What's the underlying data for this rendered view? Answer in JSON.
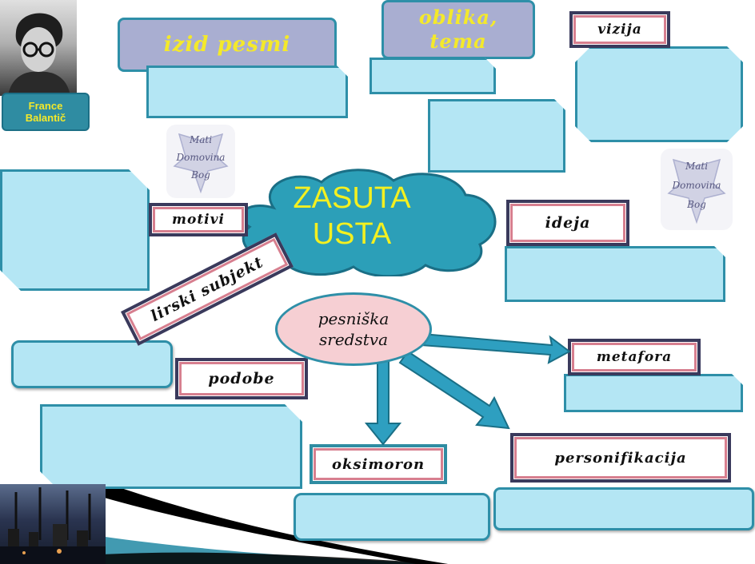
{
  "portrait": {
    "caption": "France\nBalantič"
  },
  "center": {
    "line1": "ZASUTA",
    "line2": "USTA"
  },
  "headers": {
    "izid": "izid pesmi",
    "oblika": "oblika,\ntema"
  },
  "labels": {
    "vizija": "vizija",
    "motivi": "motivi",
    "ideja": "ideja",
    "lirski": "lirski subjekt",
    "podobe": "podobe",
    "metafora": "metafora",
    "oksimoron": "oksimoron",
    "personifikacija": "personifikacija"
  },
  "sredstva": {
    "text": "pesniška\nsredstva"
  },
  "emblem": {
    "line1": "Mati",
    "line2": "Domovina",
    "line3": "Bog"
  },
  "colors": {
    "teal": "#2e8fa8",
    "box_fill": "#b4e6f4",
    "lavender": "#a9aed1",
    "yellow_text": "#f4e92a",
    "pink_ellipse": "#f6cfd3"
  }
}
